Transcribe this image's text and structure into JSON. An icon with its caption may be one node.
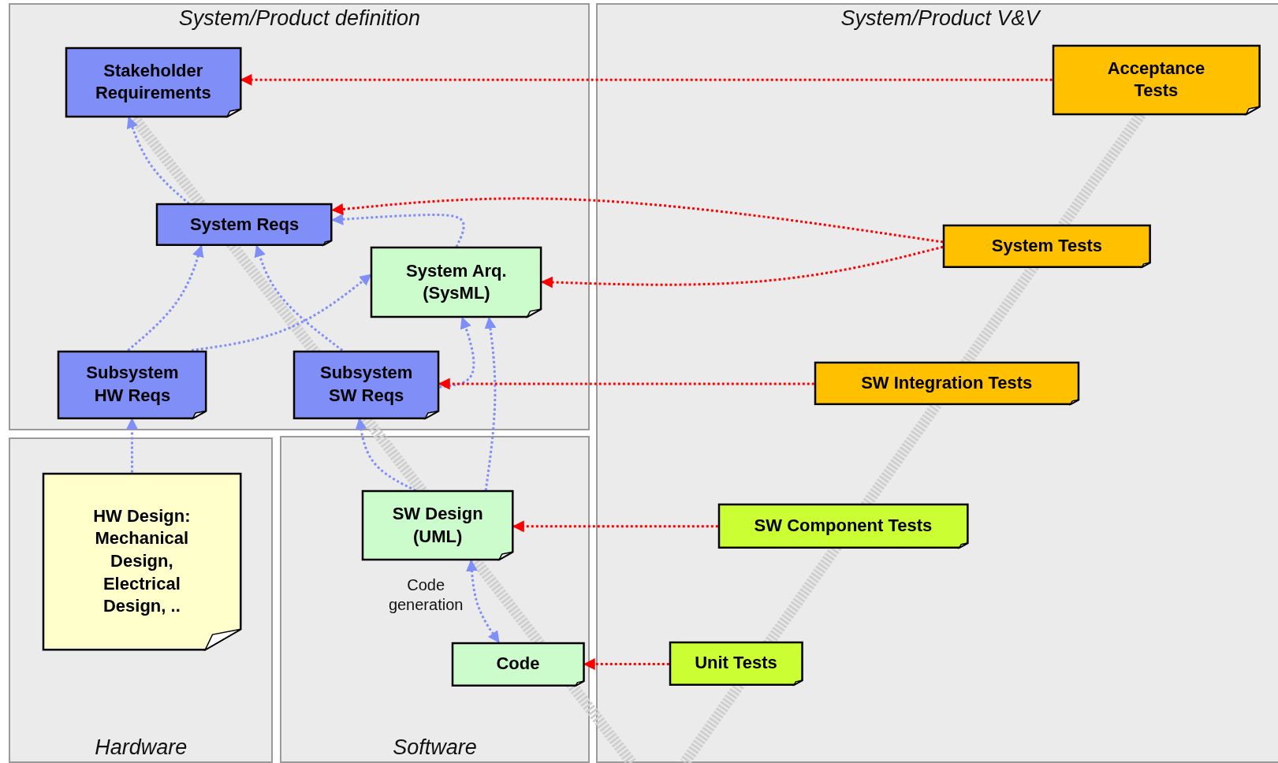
{
  "diagram": {
    "nodes": [
      {
        "text": [
          "System/Product definition"
        ]
      },
      {
        "text": [
          "System/Product V&V"
        ]
      },
      {
        "text": [
          "Hardware"
        ]
      },
      {
        "text": [
          "Software"
        ]
      },
      {
        "text": [
          "Stakeholder Requirements"
        ],
        "in": 0
      },
      {
        "text": [
          "System Reqs"
        ],
        "in": 0
      },
      {
        "text": [
          "System Arq. (SysML)"
        ],
        "in": 0
      },
      {
        "text": [
          "Subsystem HW Reqs"
        ],
        "in": 0
      },
      {
        "text": [
          "Subsystem SW Reqs"
        ],
        "in": 0
      },
      {
        "text": [
          "HW Design: Mechanical Design, Electrical Design, .."
        ],
        "in": 2
      },
      {
        "text": [
          "SW Design (UML)"
        ],
        "in": 3
      },
      {
        "text": [
          "Code"
        ],
        "in": 3
      },
      {
        "text": [
          "Acceptance Tests"
        ],
        "in": 1
      },
      {
        "text": [
          "System Tests"
        ],
        "in": 1
      },
      {
        "text": [
          "SW Integration Tests"
        ],
        "in": 1
      },
      {
        "text": [
          "SW Component Tests"
        ],
        "in": 1
      },
      {
        "text": [
          "Unit Tests"
        ],
        "in": 1
      }
    ],
    "edges": [
      {
        "from": 5,
        "to": 4,
        "arrow": "to",
        "style": "dashed"
      },
      {
        "from": 6,
        "to": 5,
        "arrow": "to",
        "style": "dashed"
      },
      {
        "from": 7,
        "to": 5,
        "arrow": "to",
        "style": "dashed"
      },
      {
        "from": 7,
        "to": 6,
        "arrow": "to",
        "style": "dashed"
      },
      {
        "from": 8,
        "to": 5,
        "arrow": "to",
        "style": "dashed"
      },
      {
        "from": 8,
        "to": 6,
        "arrow": "to",
        "style": "dashed"
      },
      {
        "from": 10,
        "to": 6,
        "arrow": "to",
        "style": "dashed"
      },
      {
        "from": 10,
        "to": 8,
        "arrow": "to",
        "style": "dashed"
      },
      {
        "from": 9,
        "to": 7,
        "arrow": "to",
        "style": "dashed"
      },
      {
        "from": 10,
        "to": 11,
        "arrow": "both",
        "style": "dashed",
        "label": "Code generation"
      },
      {
        "from": 12,
        "to": 4,
        "arrow": "to",
        "style": "dashed",
        "color": "#ff0000"
      },
      {
        "from": 13,
        "to": 5,
        "arrow": "to",
        "style": "dashed",
        "color": "#ff0000"
      },
      {
        "from": 13,
        "to": 6,
        "arrow": "to",
        "style": "dashed",
        "color": "#ff0000"
      },
      {
        "from": 14,
        "to": 8,
        "arrow": "to",
        "style": "dashed",
        "color": "#ff0000"
      },
      {
        "from": 15,
        "to": 10,
        "arrow": "to",
        "style": "dashed",
        "color": "#ff0000"
      },
      {
        "from": 16,
        "to": 11,
        "arrow": "to",
        "style": "dashed",
        "color": "#ff0000"
      }
    ]
  }
}
